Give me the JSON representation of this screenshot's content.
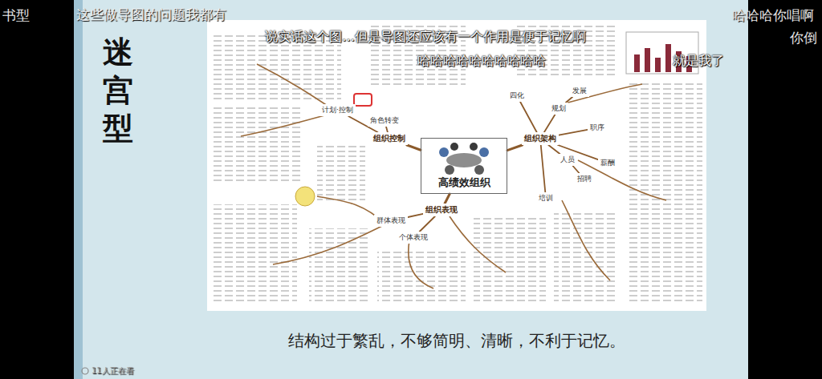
{
  "diagram": {
    "title": "迷宫型",
    "caption": "结构过于繁乱，不够简明、清晰，不利于记忆。",
    "nodes": [
      {
        "text": [
          "高绩效组织"
        ]
      },
      {
        "text": [
          "组织控制"
        ]
      },
      {
        "text": [
          "组织架构"
        ]
      },
      {
        "text": [
          "组织表现"
        ]
      },
      {
        "text": [
          "计划·控制"
        ]
      },
      {
        "text": [
          "角色转变"
        ]
      },
      {
        "text": [
          "群体表现"
        ]
      },
      {
        "text": [
          "个体表现"
        ]
      },
      {
        "text": [
          "规划"
        ]
      },
      {
        "text": [
          "发展"
        ]
      },
      {
        "text": [
          "职序"
        ]
      },
      {
        "text": [
          "人员"
        ]
      },
      {
        "text": [
          "招聘"
        ]
      },
      {
        "text": [
          "薪酬"
        ]
      },
      {
        "text": [
          "培训"
        ]
      },
      {
        "text": [
          "四化"
        ]
      }
    ],
    "edges": [
      {
        "from": 0,
        "to": 1,
        "arrow": "none"
      },
      {
        "from": 0,
        "to": 2,
        "arrow": "none"
      },
      {
        "from": 0,
        "to": 3,
        "arrow": "none"
      },
      {
        "from": 1,
        "to": 4,
        "arrow": "none"
      },
      {
        "from": 1,
        "to": 5,
        "arrow": "none"
      },
      {
        "from": 3,
        "to": 6,
        "arrow": "none"
      },
      {
        "from": 3,
        "to": 7,
        "arrow": "none"
      },
      {
        "from": 2,
        "to": 8,
        "arrow": "none"
      },
      {
        "from": 8,
        "to": 9,
        "arrow": "none"
      },
      {
        "from": 2,
        "to": 15,
        "arrow": "none"
      },
      {
        "from": 2,
        "to": 10,
        "arrow": "none"
      },
      {
        "from": 2,
        "to": 11,
        "arrow": "none"
      },
      {
        "from": 11,
        "to": 12,
        "arrow": "none"
      },
      {
        "from": 2,
        "to": 13,
        "arrow": "none"
      },
      {
        "from": 2,
        "to": 14,
        "arrow": "none"
      }
    ],
    "labels": [
      "书型",
      "这些做导图的问题我都有",
      "哈哈哈你唱啊",
      "你倒",
      "说实话这个图…但是导图还应该有一个作用是便于记忆啊",
      "哈哈哈哈哈哈哈哈哈哈",
      "就是我了",
      "11人正在看"
    ]
  }
}
